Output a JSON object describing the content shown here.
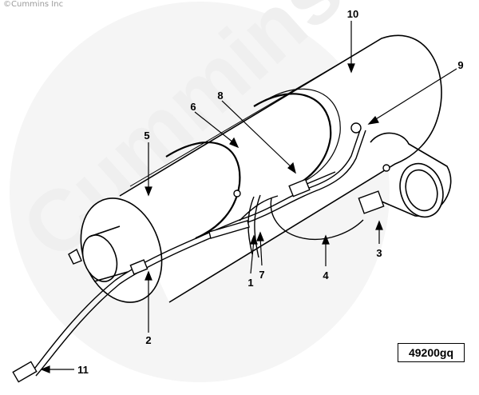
{
  "watermark": {
    "copyright": "©Cummins Inc",
    "brand": "Cummins"
  },
  "figure_code": "49200gq",
  "callouts": {
    "c1": "1",
    "c2": "2",
    "c3": "3",
    "c4": "4",
    "c5": "5",
    "c6": "6",
    "c7": "7",
    "c8": "8",
    "c9": "9",
    "c10": "10",
    "c11": "11"
  }
}
